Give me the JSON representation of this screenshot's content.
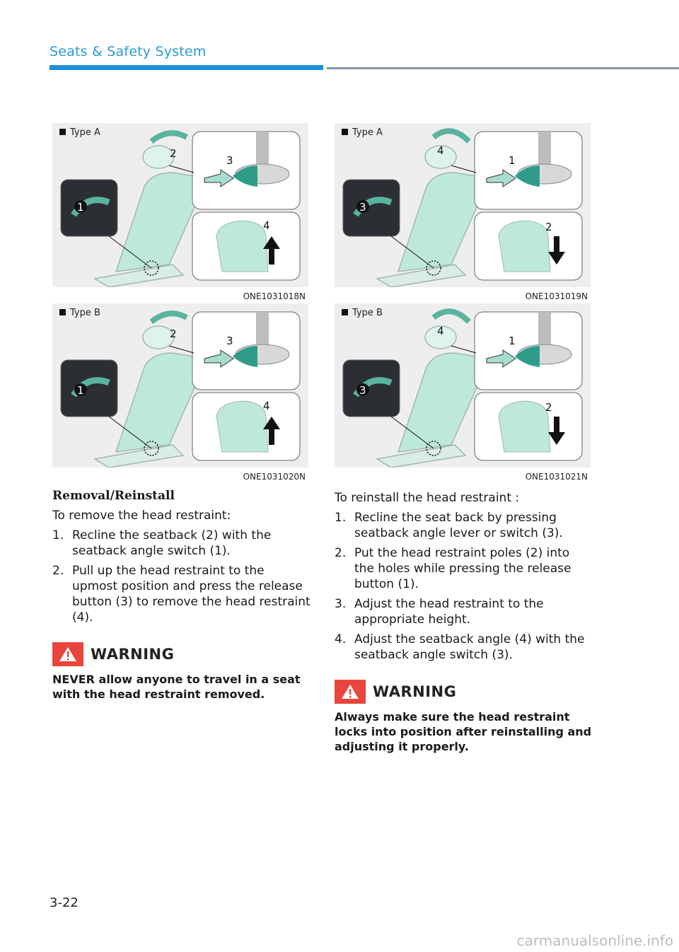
{
  "header": {
    "title": "Seats & Safety System"
  },
  "figures": [
    {
      "label": "Type A",
      "code": "ONE1031018N",
      "n1": "1",
      "n2": "2",
      "n3": "3",
      "n4": "4"
    },
    {
      "label": "Type B",
      "code": "ONE1031020N",
      "n1": "1",
      "n2": "2",
      "n3": "3",
      "n4": "4"
    },
    {
      "label": "Type A",
      "code": "ONE1031019N",
      "n1": "3",
      "n2": "4",
      "n3": "1",
      "n4": "2"
    },
    {
      "label": "Type B",
      "code": "ONE1031021N",
      "n1": "3",
      "n2": "4",
      "n3": "1",
      "n4": "2"
    }
  ],
  "left": {
    "section_title": "Removal/Reinstall",
    "intro": "To remove the head restraint:",
    "steps": [
      {
        "n": "1.",
        "text": "Recline the seatback (2) with the seatback angle switch (1)."
      },
      {
        "n": "2.",
        "text": " Pull up the head restraint to the upmost position and press the release button (3) to remove the head restraint (4)."
      }
    ],
    "warning_title": "WARNING",
    "warning_text": "NEVER allow anyone to travel in a seat with the head restraint removed."
  },
  "right": {
    "intro": "To reinstall the head restraint :",
    "steps": [
      {
        "n": "1.",
        "text": "Recline the seat back by pressing seatback angle lever or switch (3)."
      },
      {
        "n": "2.",
        "text": "Put the head restraint poles (2) into the holes while pressing the release button (1)."
      },
      {
        "n": "3.",
        "text": "Adjust the head restraint to the appropriate height."
      },
      {
        "n": "4.",
        "text": "Adjust the seatback angle (4) with the seatback angle switch (3)."
      }
    ],
    "warning_title": "WARNING",
    "warning_text": "Always make sure the head restraint locks into position after reinstalling and adjusting it properly."
  },
  "footer": {
    "page_number": "3-22",
    "watermark": "carmanualsonline.info"
  },
  "colors": {
    "accent_blue": "#1e8fd8",
    "warning_red": "#e8453c",
    "seat_teal": "#a8dccf"
  }
}
